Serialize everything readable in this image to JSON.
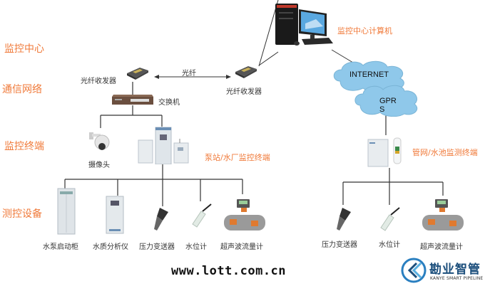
{
  "layers": {
    "monitoring_center": "监控中心",
    "communication_network": "通信网络",
    "monitoring_terminal": "监控终端",
    "measurement_devices": "测控设备"
  },
  "nodes": {
    "center_computer": "监控中心计算机",
    "fiber_transceiver_left": "光纤收发器",
    "fiber_transceiver_right": "光纤收发器",
    "fiber_link": "光纤",
    "switch": "交换机",
    "camera": "摄像头",
    "pump_station_terminal": "泵站/水厂监控终端",
    "pipe_network_terminal": "管网/水池监测终端",
    "internet_cloud": "INTERNET",
    "gprs_cloud_line1": "GPR",
    "gprs_cloud_line2": "S"
  },
  "left_devices": [
    {
      "label": "水泵启动柜",
      "icon": "pump-cabinet-icon"
    },
    {
      "label": "水质分析仪",
      "icon": "water-quality-analyzer-icon"
    },
    {
      "label": "压力变送器",
      "icon": "pressure-transmitter-icon"
    },
    {
      "label": "水位计",
      "icon": "water-level-gauge-icon"
    },
    {
      "label": "超声波流量计",
      "icon": "ultrasonic-flowmeter-icon"
    }
  ],
  "right_devices": [
    {
      "label": "压力变送器",
      "icon": "pressure-transmitter-icon"
    },
    {
      "label": "水位计",
      "icon": "water-level-gauge-icon"
    },
    {
      "label": "超声波流量计",
      "icon": "ultrasonic-flowmeter-icon"
    }
  ],
  "footer": {
    "url": "www.lott.com.cn",
    "brand_cn": "勘业智管",
    "brand_en": "KANYE SMART PIPELINE"
  },
  "colors": {
    "accent_orange": "#f07a3a",
    "cloud_blue": "#8fc8ea",
    "brand_blue": "#1c4f7c"
  }
}
